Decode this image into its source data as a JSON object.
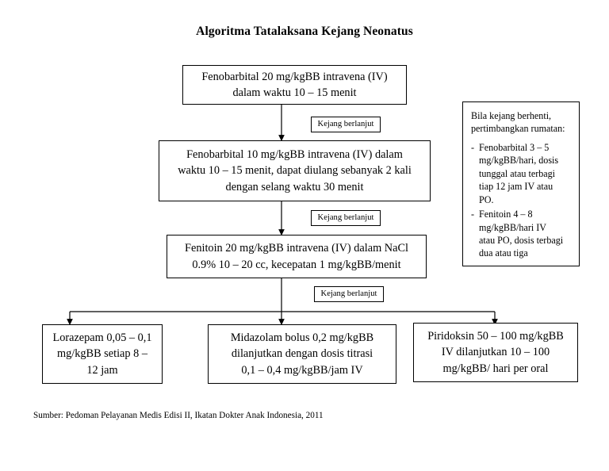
{
  "title": "Algoritma Tatalaksana Kejang Neonatus",
  "nodes": {
    "step1": {
      "name": "fenobarbital-20-box",
      "lines": [
        "Fenobarbital 20 mg/kgBB intravena (IV)",
        "dalam waktu 10 – 15 menit"
      ]
    },
    "step2": {
      "name": "fenobarbital-10-box",
      "lines": [
        "Fenobarbital 10 mg/kgBB intravena (IV) dalam",
        "waktu 10 – 15 menit, dapat diulang sebanyak 2 kali",
        "dengan selang waktu 30 menit"
      ]
    },
    "step3": {
      "name": "fenitoin-20-box",
      "lines": [
        "Fenitoin 20 mg/kgBB intravena (IV) dalam NaCl",
        "0.9% 10 – 20 cc, kecepatan 1 mg/kgBB/menit"
      ]
    },
    "branch_left": {
      "name": "lorazepam-box",
      "lines": [
        "Lorazepam 0,05 – 0,1",
        "mg/kgBB setiap 8 –",
        "12 jam"
      ]
    },
    "branch_middle": {
      "name": "midazolam-box",
      "lines": [
        "Midazolam bolus 0,2 mg/kgBB",
        "dilanjutkan dengan dosis titrasi",
        "0,1 – 0,4 mg/kgBB/jam IV"
      ]
    },
    "branch_right": {
      "name": "piridoksin-box",
      "lines": [
        "Piridoksin 50 – 100 mg/kgBB",
        "IV dilanjutkan 10 – 100",
        "mg/kgBB/ hari per oral"
      ]
    }
  },
  "edge_labels": [
    "Kejang berlanjut",
    "Kejang berlanjut",
    "Kejang berlanjut"
  ],
  "note": {
    "heading": [
      "Bila kejang berhenti,",
      "pertimbangkan rumatan:"
    ],
    "bullet_marker": "-",
    "items": [
      {
        "lines": [
          "Fenobarbital 3 – 5",
          "mg/kgBB/hari, dosis",
          "tunggal atau terbagi",
          "tiap 12 jam IV atau",
          "PO."
        ]
      },
      {
        "lines": [
          "Fenitoin 4 – 8",
          "mg/kgBB/hari IV",
          "atau PO, dosis terbagi",
          "dua atau tiga"
        ]
      }
    ]
  },
  "source": "Sumber: Pedoman Pelayanan Medis Edisi II, Ikatan Dokter Anak Indonesia, 2011",
  "colors": {
    "line": "#000000",
    "background": "#ffffff",
    "text": "#000000"
  }
}
